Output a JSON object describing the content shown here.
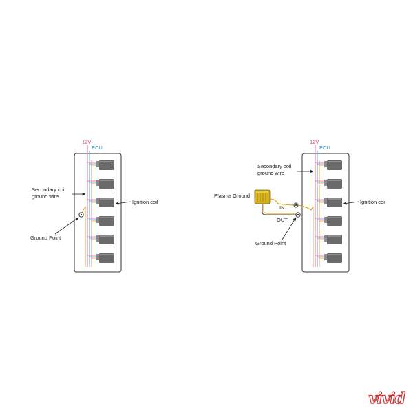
{
  "colors": {
    "v12_label": "#e0407a",
    "ecu_label": "#2f8fd0",
    "wire_pink": "#f05a9a",
    "wire_blue": "#3aa6e8",
    "wire_orange": "#f39a2a",
    "coil_fill": "#6a6a6a",
    "panel_stroke": "#333333",
    "plasma_body": "#d7b420",
    "plasma_wire": "#d8a000",
    "watermark": "#c83232"
  },
  "left_panel": {
    "v12": "12V",
    "ecu": "ECU",
    "secondary_coil": [
      "Secondary coil",
      "ground wire"
    ],
    "ignition_coil": "Ignition coil",
    "ground_point": "Ground Point",
    "coil_count": 6
  },
  "right_panel": {
    "v12": "12V",
    "ecu": "ECU",
    "secondary_coil": [
      "Secondary coil",
      "ground wire"
    ],
    "ignition_coil": "Ignition coil",
    "ground_point": "Ground Point",
    "plasma_ground": "Plasma Ground",
    "in_label": "IN",
    "out_label": "OUT",
    "coil_count": 6
  },
  "watermark_icon": "vividracing-logo"
}
